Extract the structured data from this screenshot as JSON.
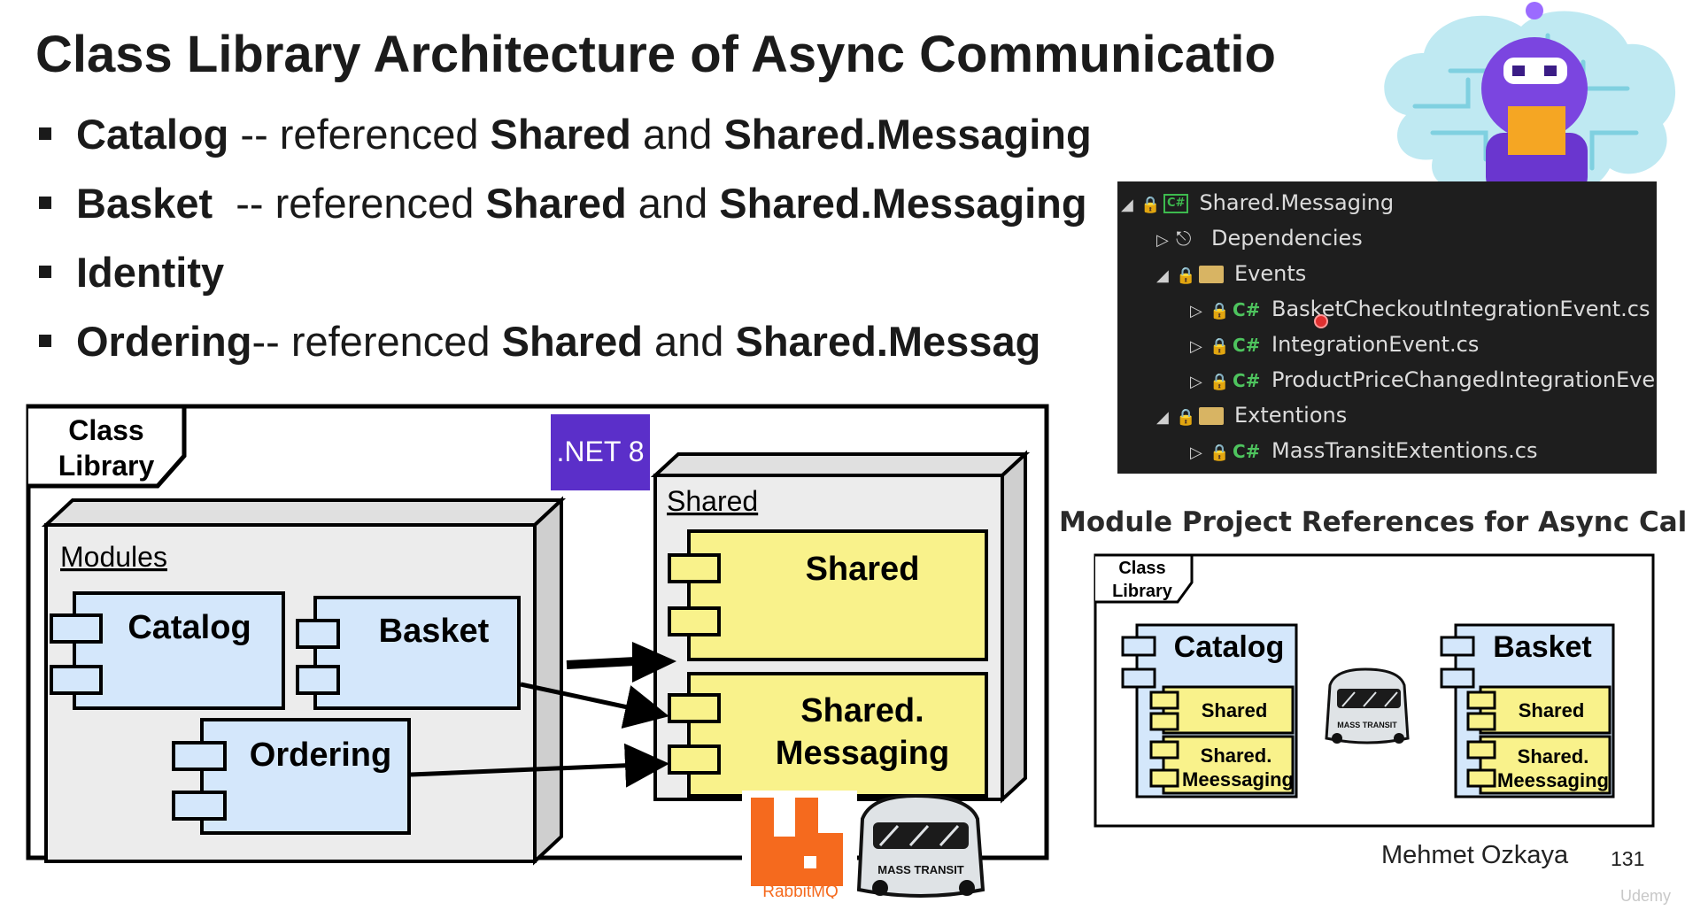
{
  "slide": {
    "title": "Class Library Architecture of Async Communicatio",
    "bullets": [
      {
        "main": "Catalog",
        "rest": " -- referenced ",
        "b1": "Shared",
        "mid": " and ",
        "b2": "Shared.Messaging"
      },
      {
        "main": "Basket",
        "rest": "  -- referenced ",
        "b1": "Shared",
        "mid": " and ",
        "b2": "Shared.Messaging"
      },
      {
        "main": "Identity",
        "rest": "",
        "b1": "",
        "mid": "",
        "b2": ""
      },
      {
        "main": "Ordering",
        "rest": "-- referenced ",
        "b1": "Shared",
        "mid": " and ",
        "b2": "Shared.Messag"
      }
    ],
    "author": "Mehmet Ozkaya",
    "page_number": "131",
    "watermark": "Udemy"
  },
  "explorer": {
    "items": [
      {
        "label": "Shared.Messaging",
        "icon": "csharp-project-icon"
      },
      {
        "label": "Dependencies",
        "icon": "dependencies-icon"
      },
      {
        "label": "Events",
        "icon": "folder-icon"
      },
      {
        "label": "BasketCheckoutIntegrationEvent.cs",
        "icon": "csharp-file-icon"
      },
      {
        "label": "IntegrationEvent.cs",
        "icon": "csharp-file-icon"
      },
      {
        "label": "ProductPriceChangedIntegrationEvent.",
        "icon": "csharp-file-icon"
      },
      {
        "label": "Extentions",
        "icon": "folder-icon"
      },
      {
        "label": "MassTransitExtentions.cs",
        "icon": "csharp-file-icon"
      }
    ],
    "cs_glyph": "C#",
    "cs_box": "C#"
  },
  "left_diagram": {
    "frame_label_1": "Class",
    "frame_label_2": "Library",
    "net_badge": ".NET 8",
    "modules_label": "Modules",
    "catalog": "Catalog",
    "basket": "Basket",
    "ordering": "Ordering",
    "shared_label": "Shared",
    "shared": "Shared",
    "shared_messaging_1": "Shared.",
    "shared_messaging_2": "Messaging",
    "rabbitmq": "RabbitMQ",
    "masstransit": "MASS TRANSIT"
  },
  "right_diagram": {
    "caption": "Module Project References for Async Call",
    "frame_label_1": "Class",
    "frame_label_2": "Library",
    "catalog": "Catalog",
    "basket": "Basket",
    "shared": "Shared",
    "shared_msg_1": "Shared.",
    "shared_msg_2": "Meessaging",
    "masstransit": "MASS TRANSIT"
  },
  "colors": {
    "component_blue": "#d4e7fb",
    "component_yellow": "#f9f28b",
    "package_gray": "#ececec",
    "net_purple": "#5b2fc9",
    "rabbit_orange": "#f56a1e",
    "explorer_bg": "#1e1e1e"
  }
}
